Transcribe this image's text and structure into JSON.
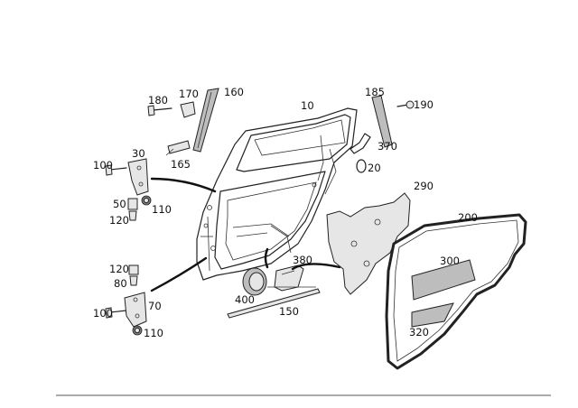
{
  "colors": {
    "line": "#222222",
    "shade": "#bdbdbd",
    "background": "#ffffff"
  },
  "callouts": {
    "p10": "10",
    "p20": "20",
    "p30": "30",
    "p50": "50",
    "p70": "70",
    "p80": "80",
    "p100_top": "100",
    "p100_bottom": "100",
    "p110_top": "110",
    "p110_bottom": "110",
    "p120_top": "120",
    "p120_bottom": "120",
    "p150": "150",
    "p160": "160",
    "p165": "165",
    "p170": "170",
    "p180": "180",
    "p185": "185",
    "p190": "190",
    "p200": "200",
    "p290": "290",
    "p300": "300",
    "p320": "320",
    "p370": "370",
    "p380": "380",
    "p400": "400"
  }
}
